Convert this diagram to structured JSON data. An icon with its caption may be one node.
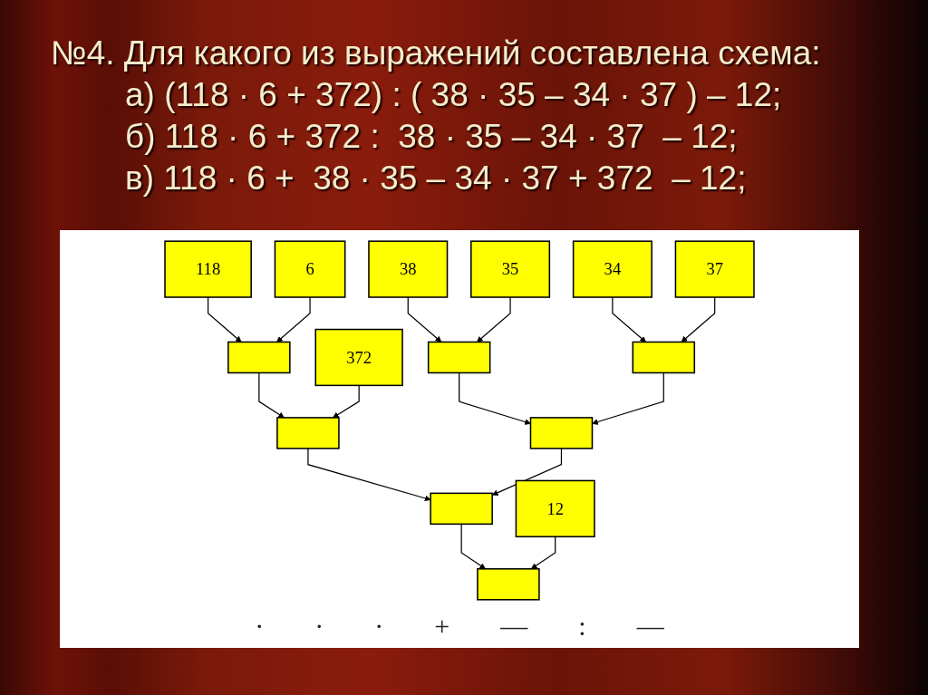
{
  "diagram": {
    "title": "№4. Для какого из выражений составлена схема:",
    "nodes": [
      {
        "text": [
          "118"
        ]
      },
      {
        "text": [
          "6"
        ]
      },
      {
        "text": [
          "38"
        ]
      },
      {
        "text": [
          "35"
        ]
      },
      {
        "text": [
          "34"
        ]
      },
      {
        "text": [
          "37"
        ]
      },
      {
        "text": [],
        "shape": "box"
      },
      {
        "text": [
          "372"
        ]
      },
      {
        "text": [],
        "shape": "box"
      },
      {
        "text": [],
        "shape": "box"
      },
      {
        "text": [],
        "shape": "box"
      },
      {
        "text": [],
        "shape": "box"
      },
      {
        "text": [],
        "shape": "box"
      },
      {
        "text": [
          "12"
        ]
      },
      {
        "text": [],
        "shape": "box"
      }
    ],
    "edges": [
      {
        "from": 0,
        "to": 6,
        "arrow": "to"
      },
      {
        "from": 1,
        "to": 6,
        "arrow": "to"
      },
      {
        "from": 2,
        "to": 8,
        "arrow": "to"
      },
      {
        "from": 3,
        "to": 8,
        "arrow": "to"
      },
      {
        "from": 4,
        "to": 9,
        "arrow": "to"
      },
      {
        "from": 5,
        "to": 9,
        "arrow": "to"
      },
      {
        "from": 6,
        "to": 10,
        "arrow": "to"
      },
      {
        "from": 7,
        "to": 10,
        "arrow": "to"
      },
      {
        "from": 8,
        "to": 11,
        "arrow": "to"
      },
      {
        "from": 9,
        "to": 11,
        "arrow": "to"
      },
      {
        "from": 10,
        "to": 12,
        "arrow": "to"
      },
      {
        "from": 11,
        "to": 12,
        "arrow": "to"
      },
      {
        "from": 12,
        "to": 14,
        "arrow": "to"
      },
      {
        "from": 13,
        "to": 14,
        "arrow": "to"
      }
    ],
    "labels": [
      "а) (118 · 6 + 372) : ( 38 · 35 – 34 · 37 ) – 12;",
      "б) 118 · 6 + 372 :  38 · 35 – 34 · 37  – 12;",
      "в) 118 · 6 +  38 · 35 – 34 · 37 + 372  – 12;",
      "·",
      "·",
      "·",
      "+",
      "—",
      ":",
      "—"
    ]
  }
}
